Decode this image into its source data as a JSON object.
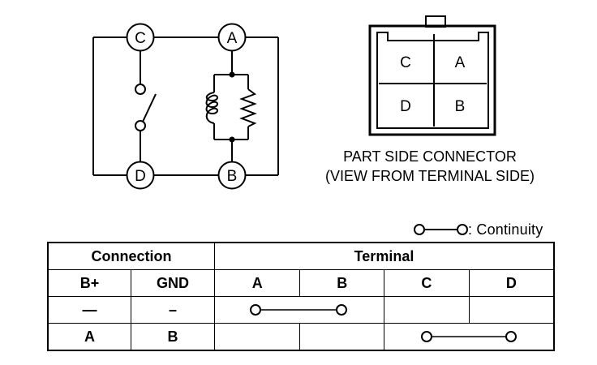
{
  "schematic": {
    "terminals": [
      "C",
      "A",
      "D",
      "B"
    ]
  },
  "connector": {
    "cells": [
      "C",
      "A",
      "D",
      "B"
    ],
    "title_line1": "PART SIDE CONNECTOR",
    "title_line2": "(VIEW FROM TERMINAL SIDE)"
  },
  "legend": {
    "text": ": Continuity"
  },
  "table": {
    "group_connection": "Connection",
    "group_terminal": "Terminal",
    "col_bplus": "B+",
    "col_gnd": "GND",
    "col_a": "A",
    "col_b": "B",
    "col_c": "C",
    "col_d": "D",
    "row1": {
      "bplus": "—",
      "gnd": "–",
      "continuity": [
        "A",
        "B"
      ]
    },
    "row2": {
      "bplus": "A",
      "gnd": "B",
      "continuity": [
        "C",
        "D"
      ]
    }
  }
}
